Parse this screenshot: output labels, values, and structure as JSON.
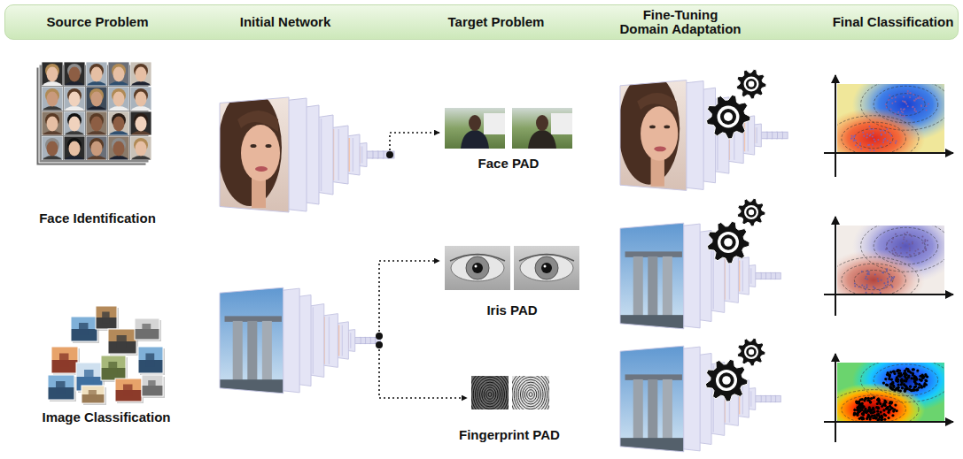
{
  "diagram": {
    "nodes": [
      {
        "text": [
          "Source Problem",
          "Initial Network",
          "Target Problem",
          "Fine-Tuning Domain Adaptation",
          "Final Classification"
        ]
      },
      {
        "text": [
          "Face Identification"
        ]
      },
      {
        "text": [
          "Image Classification"
        ]
      },
      {
        "text": [
          "Face PAD"
        ]
      },
      {
        "text": [
          "Iris PAD"
        ]
      },
      {
        "text": [
          "Fingerprint PAD"
        ]
      }
    ]
  }
}
